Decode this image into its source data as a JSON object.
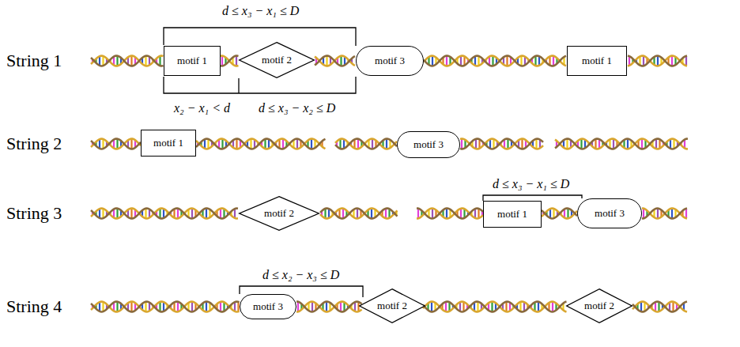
{
  "diagram": {
    "nodes": [
      {
        "text": [
          "motif 1"
        ]
      },
      {
        "text": [
          "motif 2"
        ]
      },
      {
        "text": [
          "motif 3"
        ]
      },
      {
        "text": [
          "motif 1"
        ]
      },
      {
        "text": [
          "motif 1"
        ]
      },
      {
        "text": [
          "motif 3"
        ]
      },
      {
        "text": [
          "motif 2"
        ]
      },
      {
        "text": [
          "motif 1"
        ]
      },
      {
        "text": [
          "motif 3"
        ]
      },
      {
        "text": [
          "motif 3"
        ]
      },
      {
        "text": [
          "motif 2"
        ]
      },
      {
        "text": [
          "motif 2"
        ]
      }
    ],
    "labels": [
      "d ≤ x₃ − x₁ ≤ D",
      "String 1",
      "x₂ − x₁ < d",
      "d ≤ x₃ − x₂ ≤ D",
      "String 2",
      "d ≤ x₃ − x₁ ≤ D",
      "String 3",
      "d ≤ x₂ − x₃ ≤ D",
      "String 4"
    ]
  }
}
